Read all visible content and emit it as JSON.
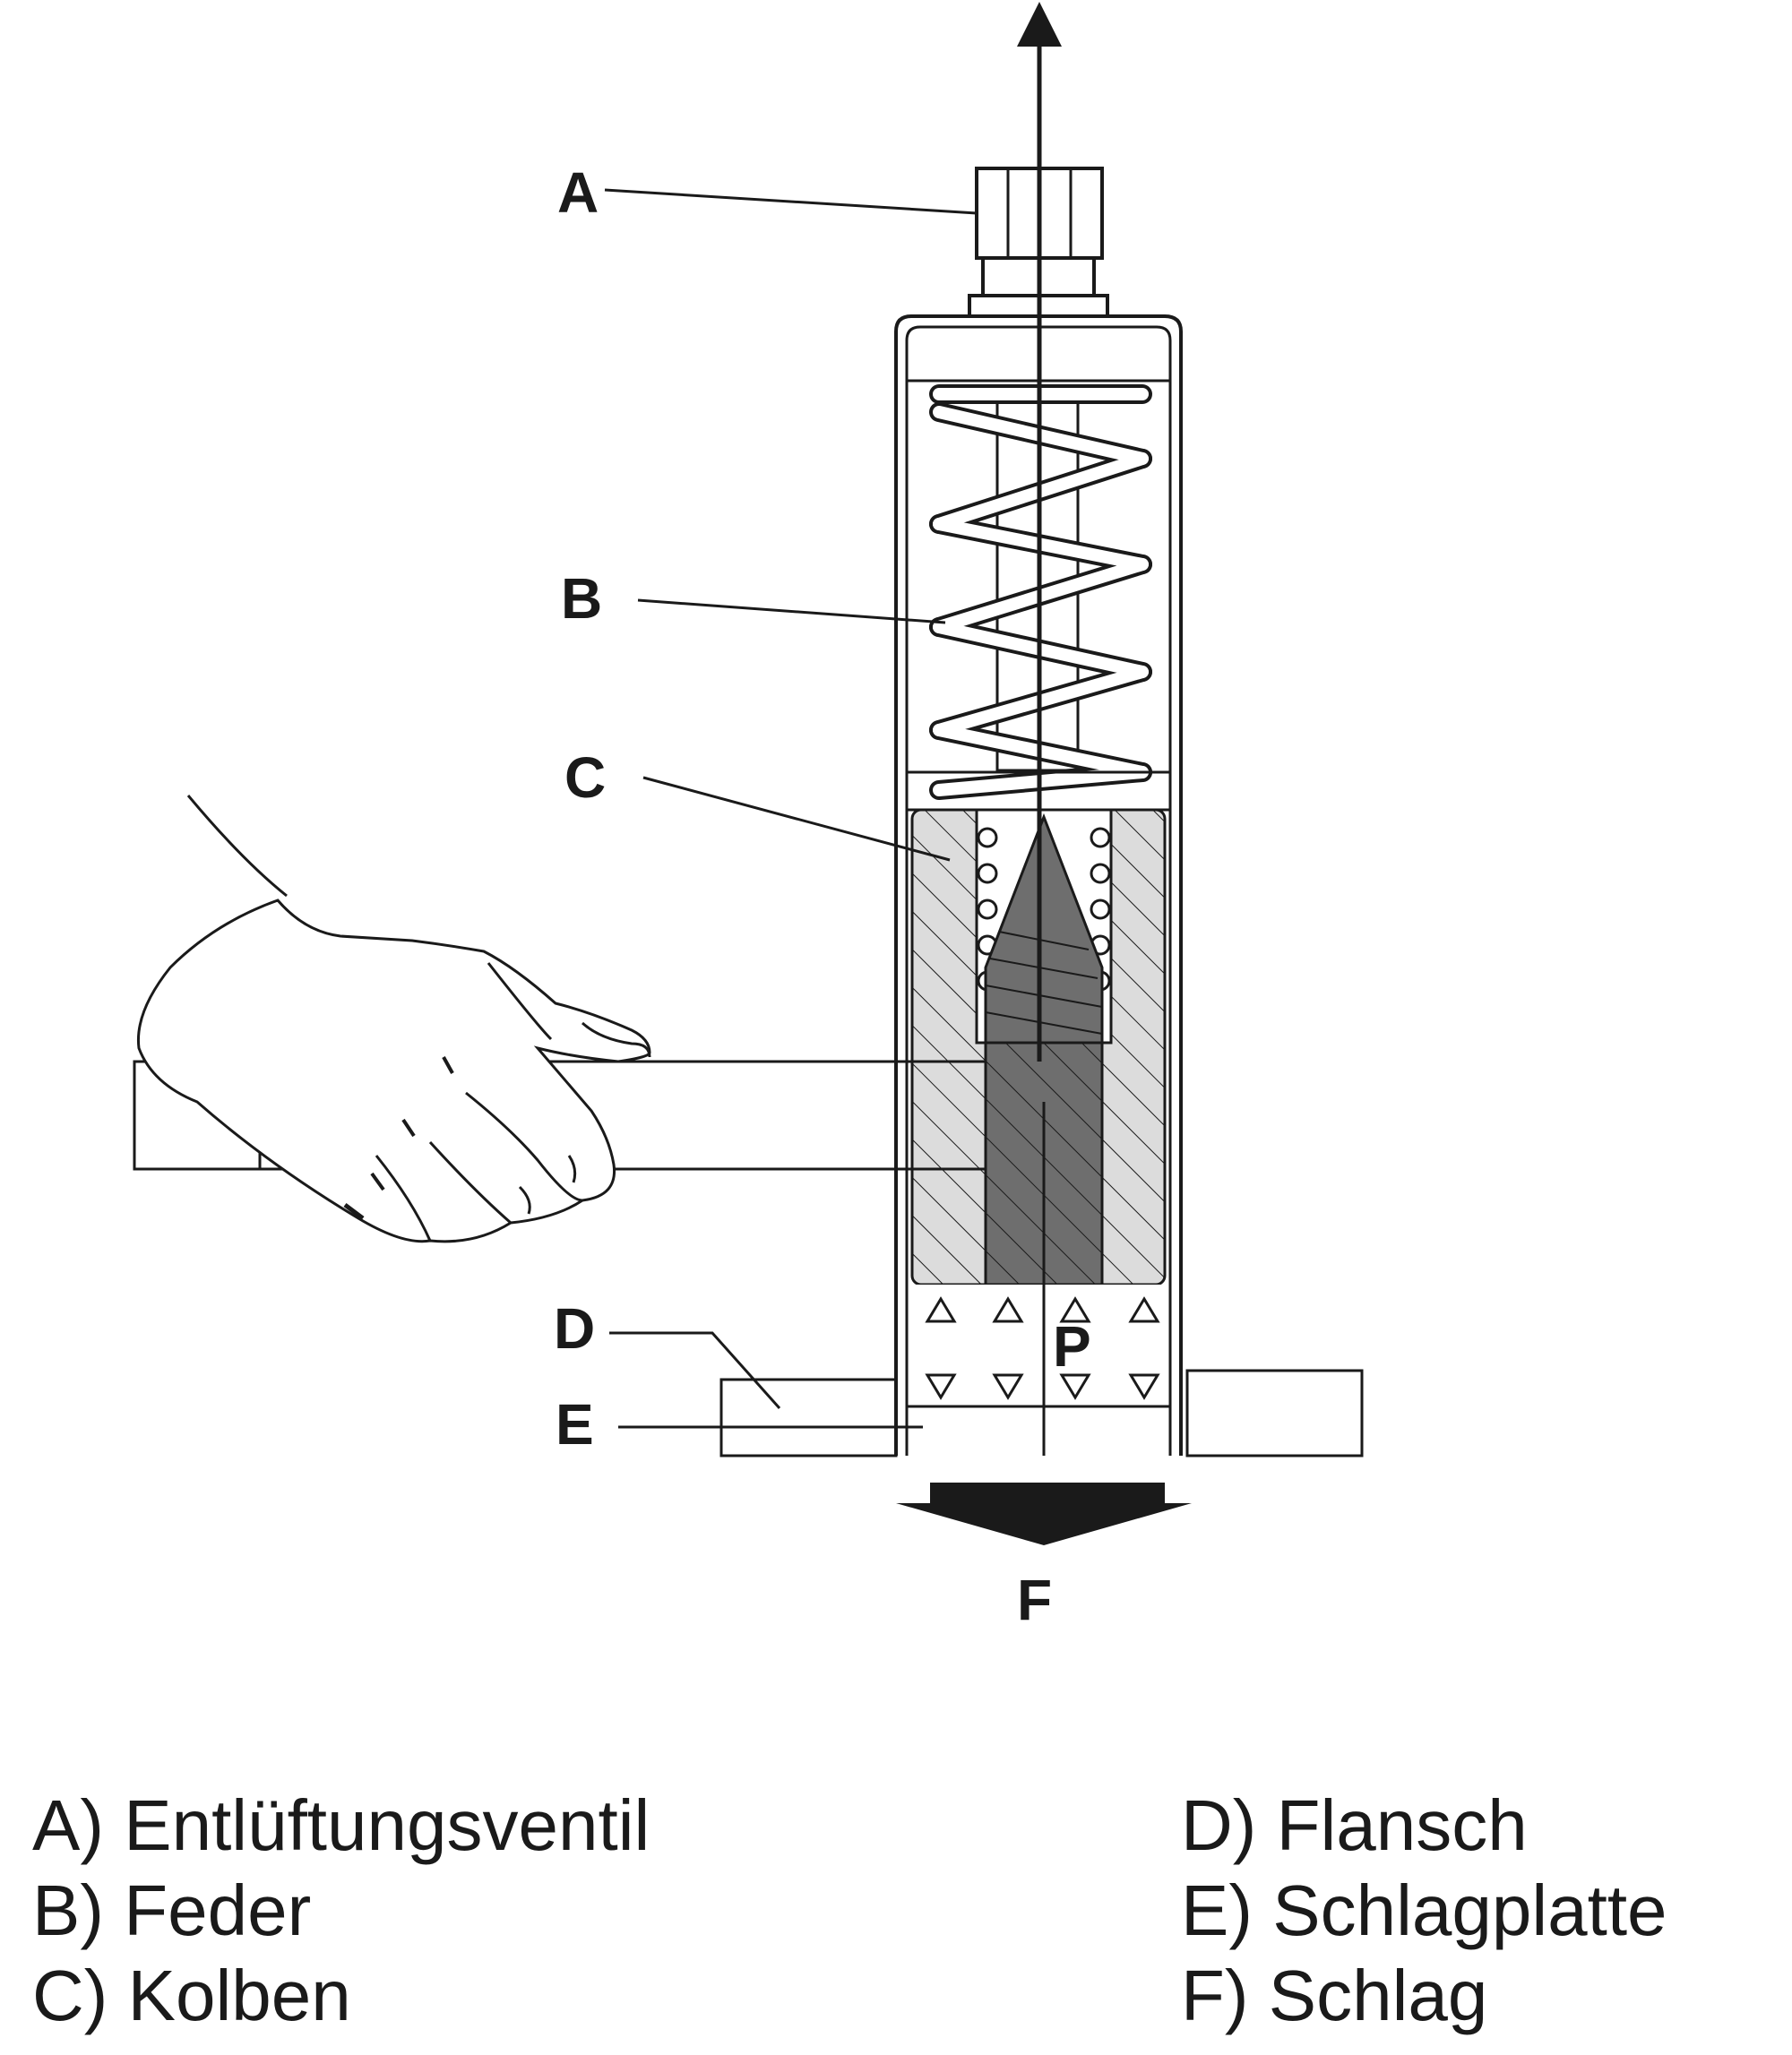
{
  "callouts": {
    "a": "A",
    "b": "B",
    "c": "C",
    "d": "D",
    "e": "E",
    "f": "F",
    "p": "P"
  },
  "legend": {
    "left": [
      "A) Entlüftungsventil",
      "B) Feder",
      "C) Kolben"
    ],
    "right": [
      "D) Flansch",
      "E) Schlagplatte",
      "F) Schlag"
    ]
  },
  "colors": {
    "line": "#1a1a1a",
    "piston_fill": "#dcdcdc",
    "core_fill": "#6e6e6e"
  }
}
